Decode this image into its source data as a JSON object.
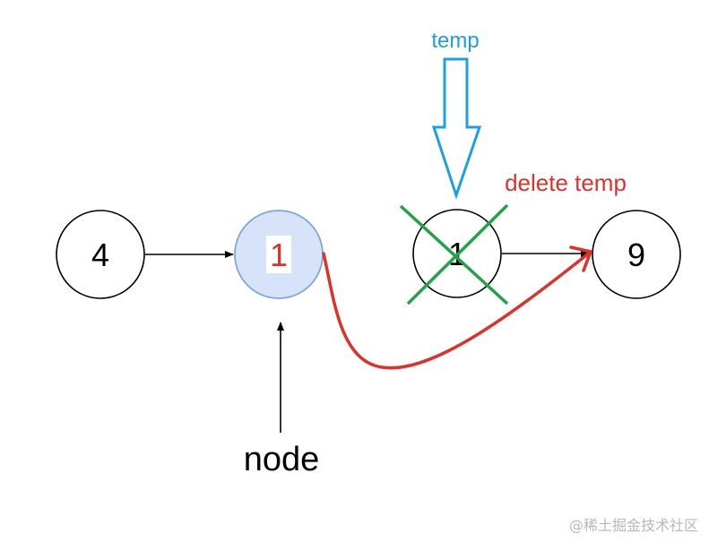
{
  "nodes": [
    {
      "label": "4"
    },
    {
      "label": "1",
      "highlighted": true,
      "fill": "#d6e3f8",
      "stroke": "#7ea6e0",
      "label_color": "#e0302a"
    },
    {
      "label": "1",
      "deleted": true
    },
    {
      "label": "9"
    }
  ],
  "annotations": {
    "temp_label": "temp",
    "temp_color": "#1ba1e2",
    "delete_label": "delete temp",
    "delete_color": "#e0302a",
    "node_label": "node"
  },
  "colors": {
    "cross": "#22a34a",
    "redirect_arrow": "#e0302a",
    "link_arrow": "#000000"
  },
  "watermark": "@稀土掘金技术社区"
}
